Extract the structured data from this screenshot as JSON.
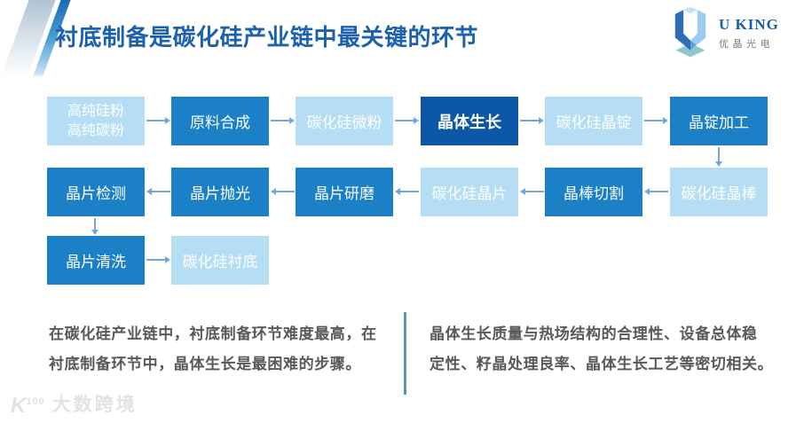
{
  "slide": {
    "title": "衬底制备是碳化硅产业链中最关键的环节"
  },
  "logo": {
    "brand": "U KING",
    "subtitle": "优晶光电"
  },
  "flow": {
    "nodes": [
      {
        "lines": [
          "高纯硅粉",
          "高纯碳粉"
        ],
        "style": "light"
      },
      {
        "label": "原料合成",
        "style": "medium"
      },
      {
        "label": "碳化硅微粉",
        "style": "light"
      },
      {
        "label": "晶体生长",
        "style": "dark"
      },
      {
        "label": "碳化硅晶锭",
        "style": "light"
      },
      {
        "label": "晶锭加工",
        "style": "medium"
      },
      {
        "label": "碳化硅晶棒",
        "style": "light"
      },
      {
        "label": "晶棒切割",
        "style": "medium"
      },
      {
        "label": "碳化硅晶片",
        "style": "light"
      },
      {
        "label": "晶片研磨",
        "style": "medium"
      },
      {
        "label": "晶片抛光",
        "style": "medium"
      },
      {
        "label": "晶片检测",
        "style": "medium"
      },
      {
        "label": "晶片清洗",
        "style": "medium"
      },
      {
        "label": "碳化硅衬底",
        "style": "light"
      }
    ]
  },
  "notes": {
    "left": {
      "lines": [
        "在碳化硅产业链中，衬底制备环节难度最高，在",
        "衬底制备环节中，晶体生长是最困难的步骤。"
      ]
    },
    "right": {
      "lines": [
        "晶体生长质量与热场结构的合理性、设备总体稳",
        "定性、籽晶处理良率、晶体生长工艺等密切相关。"
      ]
    }
  },
  "watermark": {
    "icon_text": "K",
    "icon_superscript": "100",
    "label": "大数跨境"
  },
  "colors": {
    "light_box": "#b5ddf4",
    "medium_box": "#1b80c6",
    "dark_box": "#0d57a7",
    "arrow": "#74a6da",
    "title": "#1c61ae",
    "body_text": "#595959",
    "divider": "#5b94b1",
    "brand_text": "#1d5cab"
  }
}
